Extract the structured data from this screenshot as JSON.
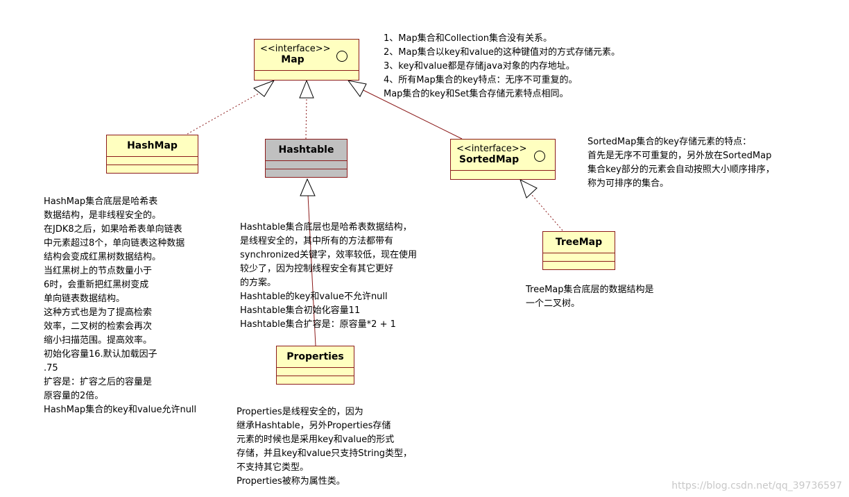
{
  "classes": {
    "map": {
      "stereotype": "<<interface>>",
      "name": "Map"
    },
    "hashmap": {
      "name": "HashMap"
    },
    "hashtable": {
      "name": "Hashtable"
    },
    "sortedmap": {
      "stereotype": "<<interface>>",
      "name": "SortedMap"
    },
    "treemap": {
      "name": "TreeMap"
    },
    "properties": {
      "name": "Properties"
    }
  },
  "notes": {
    "map": [
      "1、Map集合和Collection集合没有关系。",
      "2、Map集合以key和value的这种键值对的方式存储元素。",
      "3、key和value都是存储java对象的内存地址。",
      "4、所有Map集合的key特点：无序不可重复的。",
      "Map集合的key和Set集合存储元素特点相同。"
    ],
    "sortedmap": [
      "SortedMap集合的key存储元素的特点：",
      "首先是无序不可重复的，另外放在SortedMap",
      "集合key部分的元素会自动按照大小顺序排序，",
      "称为可排序的集合。"
    ],
    "hashmap": [
      "HashMap集合底层是哈希表",
      "数据结构，是非线程安全的。",
      "在JDK8之后，如果哈希表单向链表",
      "中元素超过8个，单向链表这种数据",
      "结构会变成红黑树数据结构。",
      "当红黑树上的节点数量小于",
      "6时，会重新把红黑树变成",
      "单向链表数据结构。",
      "这种方式也是为了提高检索",
      "效率，二叉树的检索会再次",
      "缩小扫描范围。提高效率。",
      "初始化容量16.默认加载因子",
      ".75",
      "扩容是：扩容之后的容量是",
      "原容量的2倍。",
      "HashMap集合的key和value允许null"
    ],
    "hashtable": [
      "Hashtable集合底层也是哈希表数据结构，",
      "是线程安全的，其中所有的方法都带有",
      "synchronized关键字，效率较低，现在使用",
      "较少了，因为控制线程安全有其它更好",
      "的方案。",
      "Hashtable的key和value不允许null",
      "Hashtable集合初始化容量11",
      "Hashtable集合扩容是：原容量*2 + 1"
    ],
    "treemap": [
      "TreeMap集合底层的数据结构是",
      "一个二叉树。"
    ],
    "properties": [
      "Properties是线程安全的，因为",
      "继承Hashtable，另外Properties存储",
      "元素的时候也是采用key和value的形式",
      "存储，并且key和value只支持String类型，",
      "不支持其它类型。",
      "Properties被称为属性类。"
    ]
  },
  "watermark": "https://blog.csdn.net/qq_39736597"
}
